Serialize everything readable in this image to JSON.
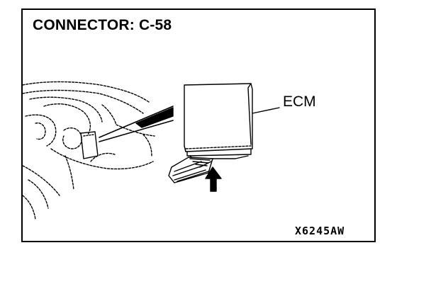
{
  "title": "CONNECTOR: C-58",
  "component_label": "ECM",
  "figure_code": "X6245AW",
  "colors": {
    "line": "#000000",
    "background": "#ffffff"
  }
}
